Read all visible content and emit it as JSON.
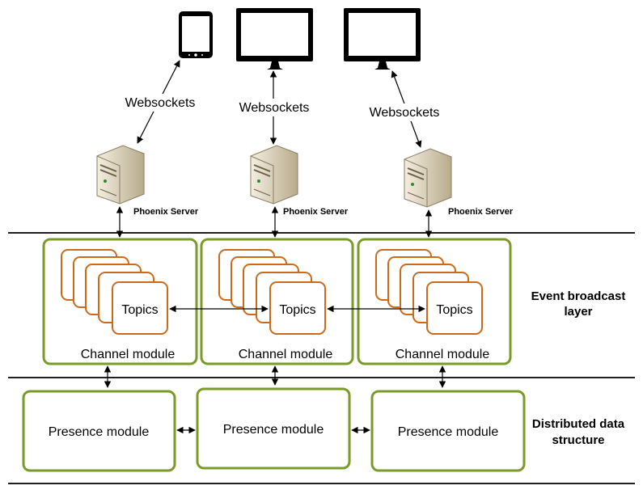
{
  "clients": [
    {
      "type": "tablet-icon"
    },
    {
      "type": "monitor-icon"
    },
    {
      "type": "monitor-icon"
    }
  ],
  "websockets_labels": [
    "Websockets",
    "Websockets",
    "Websockets"
  ],
  "servers": [
    {
      "label": "Phoenix Server"
    },
    {
      "label": "Phoenix Server"
    },
    {
      "label": "Phoenix Server"
    }
  ],
  "channel_modules": [
    {
      "label": "Channel module",
      "topics_label": "Topics"
    },
    {
      "label": "Channel module",
      "topics_label": "Topics"
    },
    {
      "label": "Channel module",
      "topics_label": "Topics"
    }
  ],
  "presence_modules": [
    {
      "label": "Presence module"
    },
    {
      "label": "Presence module"
    },
    {
      "label": "Presence module"
    }
  ],
  "layers": {
    "event_broadcast_line1": "Event broadcast",
    "event_broadcast_line2": "layer",
    "distributed_line1": "Distributed data",
    "distributed_line2": "structure"
  },
  "colors": {
    "module_border": "#7a9a2a",
    "topic_border": "#cc6a1a"
  }
}
